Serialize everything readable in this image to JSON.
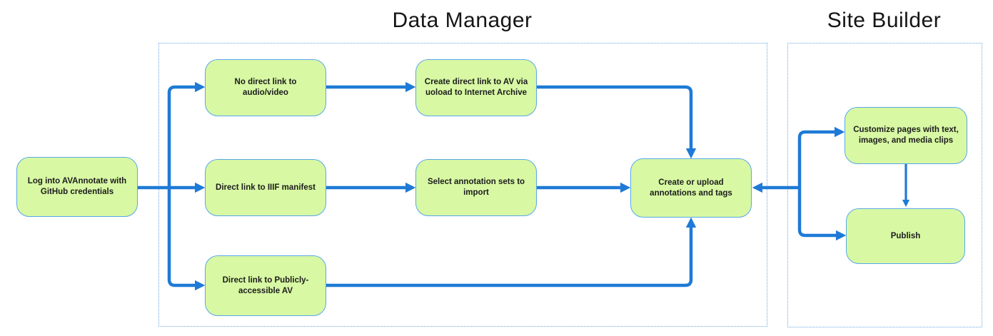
{
  "titles": {
    "data_manager": "Data Manager",
    "site_builder": "Site Builder"
  },
  "nodes": {
    "login": {
      "label": "Log into AVAnnotate with GitHub credentials"
    },
    "no_direct_link": {
      "label": "No direct link to audio/video"
    },
    "create_direct_link": {
      "label": "Create direct link to AV via uoload to Internet Archive"
    },
    "iiif_manifest": {
      "label": "Direct link to IIIF manifest"
    },
    "select_annotation_sets": {
      "label": "Select annotation sets to import"
    },
    "publicly_accessible": {
      "label": "Direct link to Publicly-accessible AV"
    },
    "create_upload_annotations": {
      "label": "Create or upload annotations and tags"
    },
    "customize_pages": {
      "label": "Customize pages with text, images, and media clips"
    },
    "publish": {
      "label": "Publish"
    }
  },
  "edges": [
    {
      "from": "login",
      "to": "no_direct_link"
    },
    {
      "from": "login",
      "to": "iiif_manifest"
    },
    {
      "from": "login",
      "to": "publicly_accessible"
    },
    {
      "from": "no_direct_link",
      "to": "create_direct_link"
    },
    {
      "from": "iiif_manifest",
      "to": "select_annotation_sets"
    },
    {
      "from": "create_direct_link",
      "to": "create_upload_annotations"
    },
    {
      "from": "select_annotation_sets",
      "to": "create_upload_annotations"
    },
    {
      "from": "publicly_accessible",
      "to": "create_upload_annotations"
    },
    {
      "from": "site_builder_branch",
      "to": "create_upload_annotations"
    },
    {
      "from": "site_builder_branch",
      "to": "customize_pages"
    },
    {
      "from": "site_builder_branch",
      "to": "publish"
    },
    {
      "from": "customize_pages",
      "to": "publish"
    }
  ],
  "colors": {
    "node_fill": "#d8f8a4",
    "node_border": "#58a8e8",
    "node_text": "#1c1c1c",
    "arrow": "#1e7ad6",
    "container_border": "#6aa7e0",
    "title_text": "#151515"
  }
}
